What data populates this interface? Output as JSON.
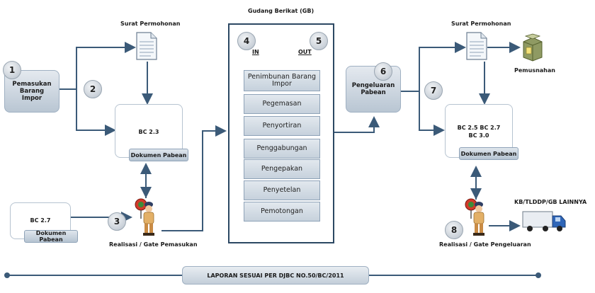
{
  "title": "Gudang Berikat (GB)",
  "left": {
    "surat": "Surat Permohonan",
    "pemasukan": "Pemasukan Barang Impor",
    "bc23_doc": "BC 2.3",
    "bc23_tab": "Dokumen Pabean",
    "bc27_doc": "BC 2.7",
    "bc27_tab": "Dokumen Pabean",
    "gate": "Realisasi / Gate Pemasukan"
  },
  "gb": {
    "in": "IN",
    "out": "OUT",
    "processes": [
      "Penimbunan Barang Impor",
      "Pegemasan",
      "Penyortiran",
      "Penggabungan",
      "Pengepakan",
      "Penyetelan",
      "Pemotongan"
    ]
  },
  "right": {
    "surat": "Surat Permohonan",
    "pengeluaran": "Pengeluaran Pabean",
    "pemusnahan": "Pemusnahan",
    "bc_doc_line1": "BC 2.5 BC 2.7",
    "bc_doc_line2": "BC 3.0",
    "bc_tab": "Dokumen Pabean",
    "kb": "KB/TLDDP/GB LAINNYA",
    "gate": "Realisasi / Gate Pengeluaran"
  },
  "numbers": [
    "1",
    "2",
    "3",
    "4",
    "5",
    "6",
    "7",
    "8"
  ],
  "footer": "LAPORAN SESUAI PER DJBC NO.50/BC/2011",
  "colors": {
    "arrow": "#3b5a78",
    "box_border": "#2c4863"
  }
}
